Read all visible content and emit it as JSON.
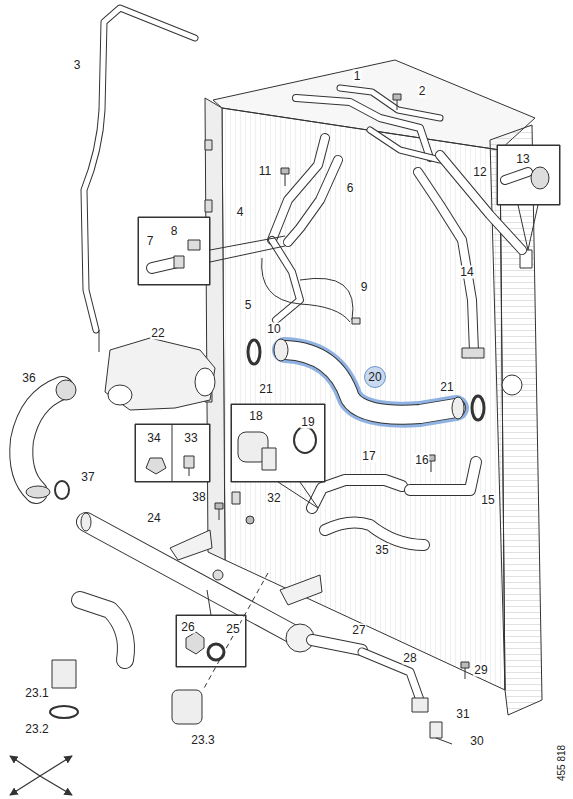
{
  "diagram": {
    "nodes": [
      {
        "text": [
          "13"
        ]
      },
      {
        "text": [
          "7",
          "8"
        ]
      },
      {
        "text": [
          "20"
        ]
      },
      {
        "text": [
          "18",
          "19"
        ]
      },
      {
        "text": [
          "34",
          "33"
        ]
      },
      {
        "text": [
          "26",
          "25"
        ]
      }
    ],
    "labels": [
      "3",
      "1",
      "2",
      "11",
      "6",
      "4",
      "12",
      "14",
      "9",
      "5",
      "10",
      "22",
      "21",
      "21",
      "36",
      "16",
      "17",
      "15",
      "37",
      "38",
      "32",
      "24",
      "35",
      "27",
      "28",
      "29",
      "31",
      "30",
      "23.1",
      "23.2",
      "23.3",
      "455 818"
    ]
  }
}
